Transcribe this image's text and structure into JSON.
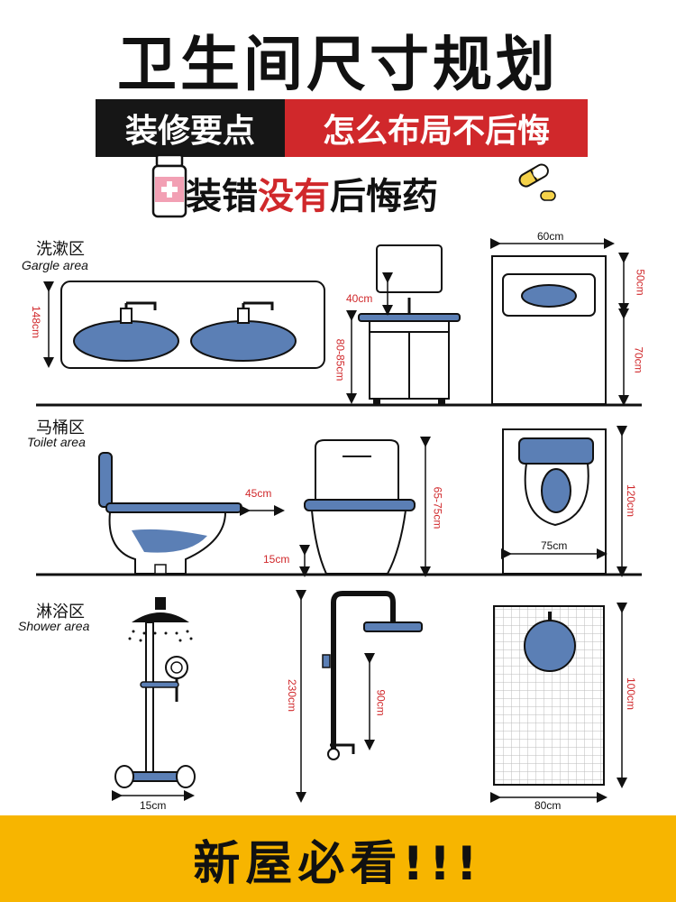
{
  "title": "卫生间尺寸规划",
  "banner": {
    "left": "装修要点",
    "right": "怎么布局不后悔"
  },
  "subline": {
    "part1": "装错",
    "part2": "没有",
    "part3": "后悔药"
  },
  "zones": {
    "gargle": {
      "cn": "洗漱区",
      "en": "Gargle  area"
    },
    "toilet": {
      "cn": "马桶区",
      "en": "Toilet  area"
    },
    "shower": {
      "cn": "淋浴区",
      "en": "Shower  area"
    }
  },
  "dims": {
    "basin_height": "148cm",
    "mirror_gap": "40cm",
    "vanity_height": "80-85cm",
    "cabinet_width": "60cm",
    "cabinet_top": "50cm",
    "cabinet_bottom": "70cm",
    "toilet_gap": "45cm",
    "toilet_height": "65-75cm",
    "toilet_base": "15cm",
    "toilet_space_depth": "120cm",
    "toilet_space_width": "75cm",
    "shower_total": "230cm",
    "shower_valve": "90cm",
    "shower_width": "15cm",
    "shower_floor_depth": "100cm",
    "shower_floor_width": "80cm"
  },
  "footer": "新屋必看!!!",
  "colors": {
    "red": "#d0282b",
    "blue": "#5b7fb5",
    "yellow": "#f7b500",
    "dark": "#161616"
  }
}
